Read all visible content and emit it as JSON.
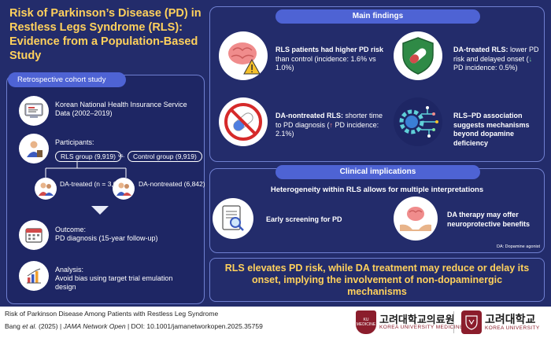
{
  "title": "Risk of Parkinson’s Disease (PD) in Restless Legs Syndrome (RLS): Evidence from a Population-Based Study",
  "left": {
    "header": "Retrospective cohort study",
    "data_source": "Korean National Health Insurance Service Data (2002–2019)",
    "participants_label": "Participants:",
    "rls_group": "RLS group (9,919)",
    "vs": "vs.",
    "control_group": "Control group (9,919)",
    "da_treated": "DA-treated (n = 3,077)",
    "da_nontreated": "DA-nontreated (6,842)",
    "outcome_label": "Outcome:",
    "outcome": "PD diagnosis (15-year follow-up)",
    "analysis_label": "Analysis:",
    "analysis": "Avoid bias using target trial emulation design"
  },
  "findings": {
    "header": "Main findings",
    "f1_bold": "RLS patients had higher PD risk",
    "f1_rest": " than control (incidence: 1.6% vs 1.0%)",
    "f2_bold": "DA-treated RLS:",
    "f2_rest": " lower PD risk and delayed onset",
    "f2_arrow": "↓",
    "f2_tail": " PD incidence: 0.5%)",
    "f3_bold": "DA-nontreated RLS:",
    "f3_rest": " shorter time to PD diagnosis (",
    "f3_arrow": "↑",
    "f3_tail": " PD incidence: 2.1%)",
    "f4_bold": "RLS–PD association suggests mechanisms beyond dopamine deficiency"
  },
  "implications": {
    "header": "Clinical implications",
    "subtitle": "Heterogeneity within RLS allows for multiple interpretations",
    "item1": "Early screening for PD",
    "item2": "DA therapy may offer neuroprotective benefits",
    "note": "DA: Dopamine agonist"
  },
  "conclusion": "RLS elevates PD risk, while DA treatment may reduce or delay its onset, implying the involvement of non-dopaminergic mechanisms",
  "footer": {
    "title": "Risk of Parkinson Disease Among Patients with Restless Leg Syndrome",
    "author": "Bang ",
    "etal": "et al.",
    "year": " (2025) | ",
    "journal": "JAMA Network Open",
    "doi": " | DOI: 10.1001/jamanetworkopen.2025.35759"
  },
  "logos": {
    "medicine_ko": "고려대학교의료원",
    "medicine_en": "KOREA UNIVERSITY MEDICINE",
    "university_ko": "고려대학교",
    "university_en": "KOREA UNIVERSITY",
    "seal_text": "KU MEDICINE"
  },
  "colors": {
    "background": "#232c6b",
    "accent": "#ffd15c",
    "pill": "#4e63d4",
    "brand": "#8b1d2c"
  }
}
